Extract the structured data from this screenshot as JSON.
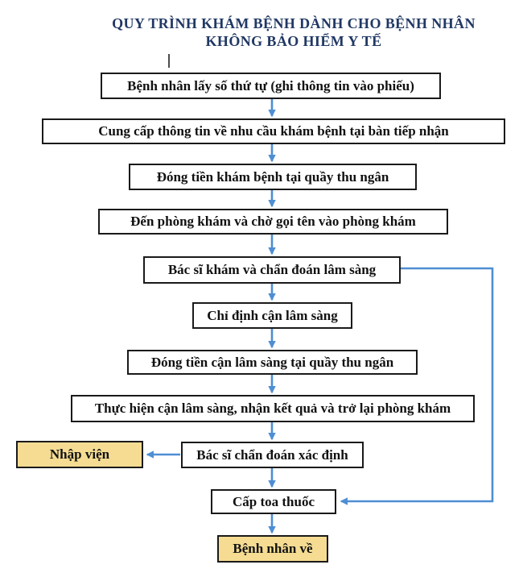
{
  "title": {
    "line1": "QUY TRÌNH KHÁM BỆNH DÀNH CHO BỆNH NHÂN",
    "line2": "KHÔNG BẢO HIỂM Y TẾ"
  },
  "colors": {
    "title_text": "#203864",
    "arrow": "#4E8ED3",
    "box_border": "#1a1a1a",
    "box_fill": "#FFFFFF",
    "highlight_fill": "#F5DC92",
    "box_text": "#111111"
  },
  "nodes": [
    {
      "id": "take-number",
      "label": "Bệnh nhân lấy số thứ tự (ghi thông tin vào phiếu)",
      "type": "process"
    },
    {
      "id": "provide-info",
      "label": "Cung cấp thông tin về nhu cầu khám bệnh tại bàn tiếp nhận",
      "type": "process"
    },
    {
      "id": "pay-exam-fee",
      "label": "Đóng tiền khám bệnh tại quầy thu ngân",
      "type": "process"
    },
    {
      "id": "wait-at-clinic",
      "label": "Đến phòng khám và chờ gọi tên vào phòng khám",
      "type": "process"
    },
    {
      "id": "clinical-exam",
      "label": "Bác sĩ khám và chẩn đoán lâm sàng",
      "type": "process"
    },
    {
      "id": "order-paraclinical",
      "label": "Chỉ định cận lâm sàng",
      "type": "process"
    },
    {
      "id": "pay-test-fee",
      "label": "Đóng tiền cận lâm sàng tại quầy thu ngân",
      "type": "process"
    },
    {
      "id": "do-tests-return",
      "label": "Thực hiện cận lâm sàng, nhận kết quả và trở lại phòng khám",
      "type": "process"
    },
    {
      "id": "hospital-admission",
      "label": "Nhập viện",
      "type": "highlight"
    },
    {
      "id": "confirm-diagnosis",
      "label": "Bác sĩ chẩn đoán xác định",
      "type": "process"
    },
    {
      "id": "issue-prescription",
      "label": "Cấp toa thuốc",
      "type": "process"
    },
    {
      "id": "patient-goes-home",
      "label": "Bệnh nhân về",
      "type": "highlight"
    }
  ],
  "edges": [
    {
      "from": "take-number",
      "to": "provide-info"
    },
    {
      "from": "provide-info",
      "to": "pay-exam-fee"
    },
    {
      "from": "pay-exam-fee",
      "to": "wait-at-clinic"
    },
    {
      "from": "wait-at-clinic",
      "to": "clinical-exam"
    },
    {
      "from": "clinical-exam",
      "to": "order-paraclinical"
    },
    {
      "from": "order-paraclinical",
      "to": "pay-test-fee"
    },
    {
      "from": "pay-test-fee",
      "to": "do-tests-return"
    },
    {
      "from": "do-tests-return",
      "to": "confirm-diagnosis"
    },
    {
      "from": "confirm-diagnosis",
      "to": "hospital-admission"
    },
    {
      "from": "confirm-diagnosis",
      "to": "issue-prescription"
    },
    {
      "from": "clinical-exam",
      "to": "issue-prescription",
      "route": "right-bypass"
    },
    {
      "from": "issue-prescription",
      "to": "patient-goes-home"
    }
  ]
}
